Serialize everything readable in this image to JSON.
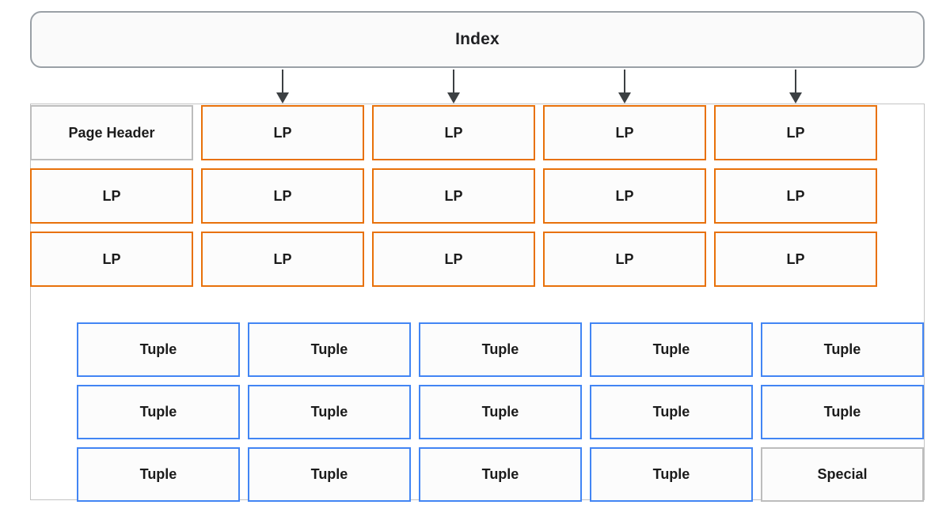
{
  "index": {
    "label": "Index"
  },
  "page": {
    "lp_rows": [
      {
        "cells": [
          {
            "label": "Page Header",
            "type": "header"
          },
          {
            "label": "LP",
            "type": "lp"
          },
          {
            "label": "LP",
            "type": "lp"
          },
          {
            "label": "LP",
            "type": "lp"
          },
          {
            "label": "LP",
            "type": "lp"
          }
        ]
      },
      {
        "cells": [
          {
            "label": "LP",
            "type": "lp"
          },
          {
            "label": "LP",
            "type": "lp"
          },
          {
            "label": "LP",
            "type": "lp"
          },
          {
            "label": "LP",
            "type": "lp"
          },
          {
            "label": "LP",
            "type": "lp"
          }
        ]
      },
      {
        "cells": [
          {
            "label": "LP",
            "type": "lp"
          },
          {
            "label": "LP",
            "type": "lp"
          },
          {
            "label": "LP",
            "type": "lp"
          },
          {
            "label": "LP",
            "type": "lp"
          },
          {
            "label": "LP",
            "type": "lp"
          }
        ]
      }
    ],
    "tuple_rows": [
      {
        "cells": [
          {
            "label": "Tuple",
            "type": "tuple"
          },
          {
            "label": "Tuple",
            "type": "tuple"
          },
          {
            "label": "Tuple",
            "type": "tuple"
          },
          {
            "label": "Tuple",
            "type": "tuple"
          },
          {
            "label": "Tuple",
            "type": "tuple"
          }
        ]
      },
      {
        "cells": [
          {
            "label": "Tuple",
            "type": "tuple"
          },
          {
            "label": "Tuple",
            "type": "tuple"
          },
          {
            "label": "Tuple",
            "type": "tuple"
          },
          {
            "label": "Tuple",
            "type": "tuple"
          },
          {
            "label": "Tuple",
            "type": "tuple"
          }
        ]
      },
      {
        "cells": [
          {
            "label": "Tuple",
            "type": "tuple"
          },
          {
            "label": "Tuple",
            "type": "tuple"
          },
          {
            "label": "Tuple",
            "type": "tuple"
          },
          {
            "label": "Tuple",
            "type": "tuple"
          },
          {
            "label": "Special",
            "type": "special"
          }
        ]
      }
    ]
  },
  "arrows": {
    "count": 4,
    "first_column": 1
  },
  "colors": {
    "lp_border": "#E8710A",
    "tuple_border": "#4285F4",
    "neutral_border": "#BDBDBD",
    "arrow": "#3C4043",
    "cell_fill": "#FCFCFC"
  }
}
